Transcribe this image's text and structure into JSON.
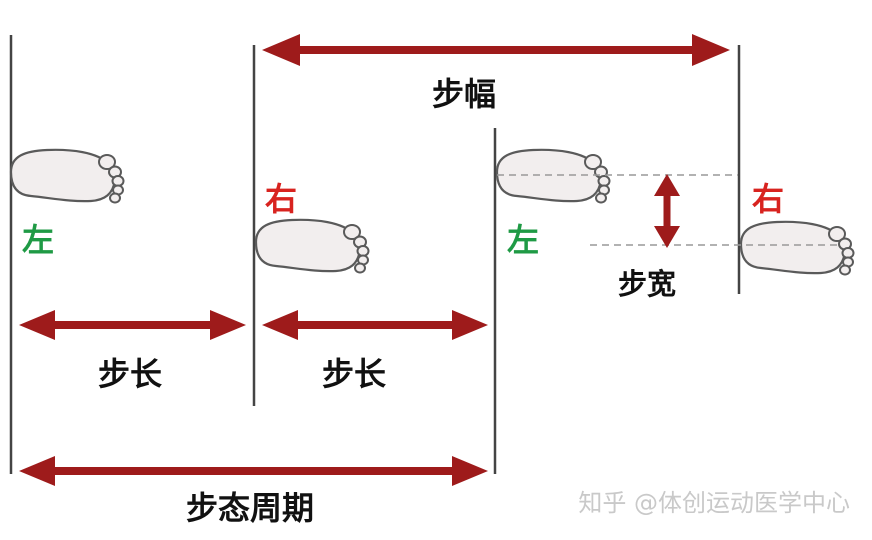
{
  "labels": {
    "stride": "步幅",
    "step_width": "步宽",
    "step_length_1": "步长",
    "step_length_2": "步长",
    "gait_cycle": "步态周期",
    "left_1": "左",
    "right_1": "右",
    "left_2": "左",
    "right_2": "右"
  },
  "watermark": "知乎 @体创运动医学中心",
  "colors": {
    "arrow": "#9e1b1b",
    "left_text": "#1f9a45",
    "right_text": "#d8231f",
    "foot_fill": "#f2eeee",
    "foot_stroke": "#5a5a5a",
    "guide_line": "#444444",
    "dashed_line": "#999999"
  }
}
